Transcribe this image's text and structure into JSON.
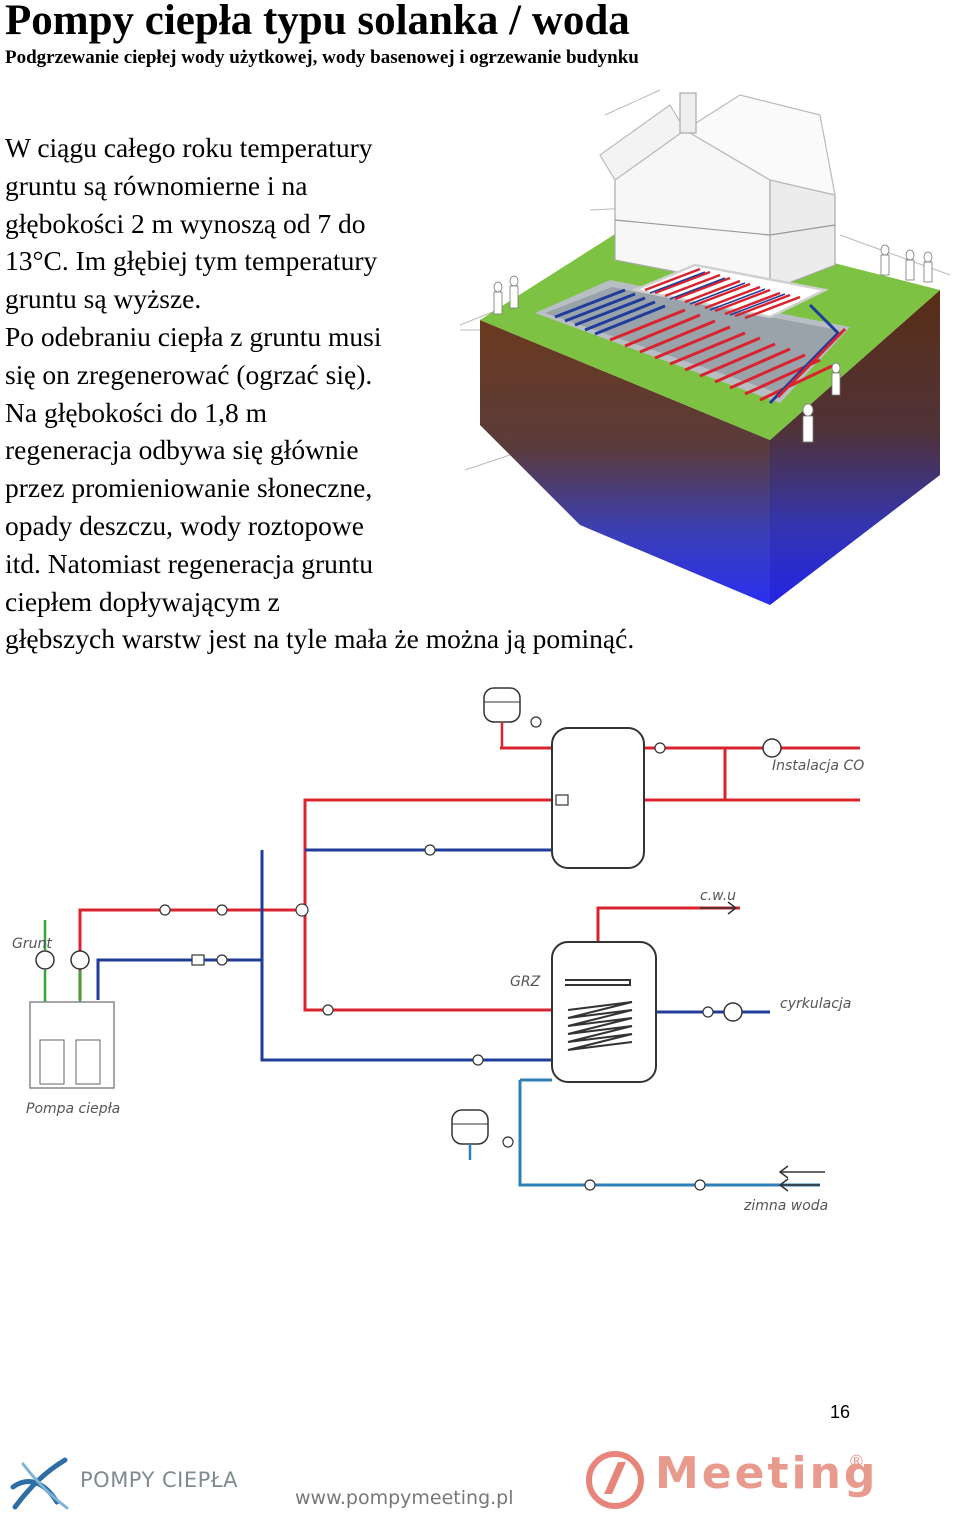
{
  "header": {
    "title": "Pompy ciepła typu solanka / woda",
    "subtitle": "Podgrzewanie ciepłej wody użytkowej, wody basenowej i ogrzewanie budynku"
  },
  "body_lines": [
    "W ciągu całego roku temperatury",
    "gruntu są równomierne i na",
    "głębokości 2 m wynoszą od 7 do",
    "13°C. Im głębiej tym temperatury",
    "gruntu są wyższe.",
    "Po odebraniu ciepła z gruntu musi",
    "się on zregenerować (ogrzać się).",
    "Na głębokości do 1,8 m",
    "regeneracja odbywa się głównie",
    "przez promieniowanie słoneczne,",
    "opady deszczu, wody roztopowe",
    "itd. Natomiast regeneracja gruntu",
    "ciepłem dopływającym z",
    "głębszych warstw jest na tyle mała że można ją pominąć."
  ],
  "diagram": {
    "labels": {
      "installation": "Instalacja CO",
      "ground": "Grunt",
      "heat_pump": "Pompa ciepła",
      "hot_water": "c.w.u",
      "heater": "GRZ",
      "circulation": "cyrkulacja",
      "cold_water": "zimna woda"
    },
    "colors": {
      "hot": "#d9232e",
      "cold": "#1f3c9b",
      "ground_loop": "#2ea836",
      "cold_water": "#2e7fb8"
    }
  },
  "page_number": "16",
  "footer": {
    "left_logo_text": "POMPY CIEPŁA",
    "url": "www.pompymeeting.pl",
    "right_logo_text": "Meeting",
    "reg_mark": "®"
  }
}
